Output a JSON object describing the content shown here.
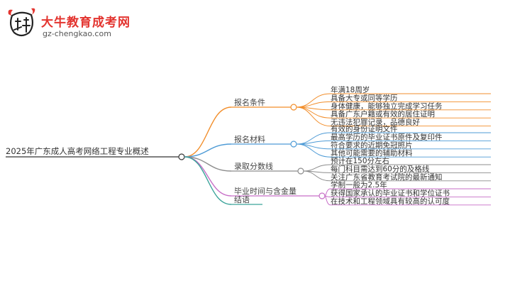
{
  "logo": {
    "icon_name": "calf-logo-icon",
    "title": "大牛教育成考网",
    "url": "gz-chengkao.com"
  },
  "mindmap": {
    "root": "2025年广东成人高考网络工程专业概述",
    "branches": [
      {
        "label": "报名条件",
        "color": "#f28e2b",
        "children": [
          "年满18周岁",
          "具备大专或同等学历",
          "身体健康，能够独立完成学习任务",
          "具备广东户籍或有效的居住证明",
          "无违法犯罪记录，品德良好"
        ]
      },
      {
        "label": "报名材料",
        "color": "#4e9bd6",
        "children": [
          "有效的身份证明文件",
          "最高学历的毕业证书原件及复印件",
          "符合要求的近期免冠照片",
          "其他可能需要的辅助材料"
        ]
      },
      {
        "label": "录取分数线",
        "color": "#8c8c8c",
        "children": [
          "预计在150分左右",
          "每门科目需达到60分的及格线",
          "关注广东省教育考试院的最新通知"
        ]
      },
      {
        "label": "毕业时间与含金量",
        "color": "#c76ec7",
        "children": [
          "学制一般为2.5年",
          "获得国家承认的毕业证书和学位证书",
          "在技术和工程领域具有较高的认可度"
        ]
      },
      {
        "label": "结语",
        "color": "#3aa39a",
        "children": []
      }
    ]
  }
}
